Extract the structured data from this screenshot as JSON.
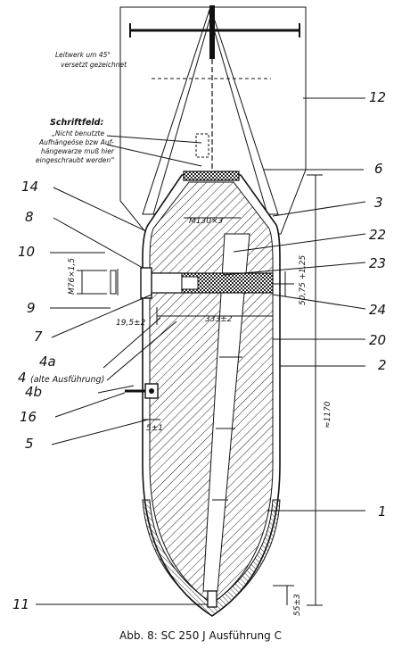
{
  "caption": "Abb. 8: SC 250 J Ausführung C",
  "notes": {
    "fins_line1": "Leitwerk um 45°",
    "fins_line2": "versetzt gezeichnet",
    "label_title": "Schriftfeld:",
    "label_line1": "„Nicht benutzte",
    "label_line2": "Aufhängeöse bzw Auf-",
    "label_line3": "hängewarze muß hier",
    "label_line4": "eingeschraubt werden“"
  },
  "dimensions": {
    "thread_main": "M130×3",
    "thread_side": "M76×1,5",
    "d_333": "333±2",
    "d_195": "19,5±2",
    "d_5075": "50,75 +1,25",
    "d_51": "5±1",
    "d_55": "55±3",
    "d_1170": "≈1170"
  },
  "labels": {
    "l1": "1",
    "l2": "2",
    "l3": "3",
    "l4": "4",
    "l4_note": "(alte Ausführung)",
    "l4a": "4a",
    "l4b": "4b",
    "l5": "5",
    "l6": "6",
    "l7": "7",
    "l8": "8",
    "l9": "9",
    "l10": "10",
    "l11": "11",
    "l12": "12",
    "l14": "14",
    "l16": "16",
    "l20": "20",
    "l22": "22",
    "l23": "23",
    "l24": "24"
  }
}
